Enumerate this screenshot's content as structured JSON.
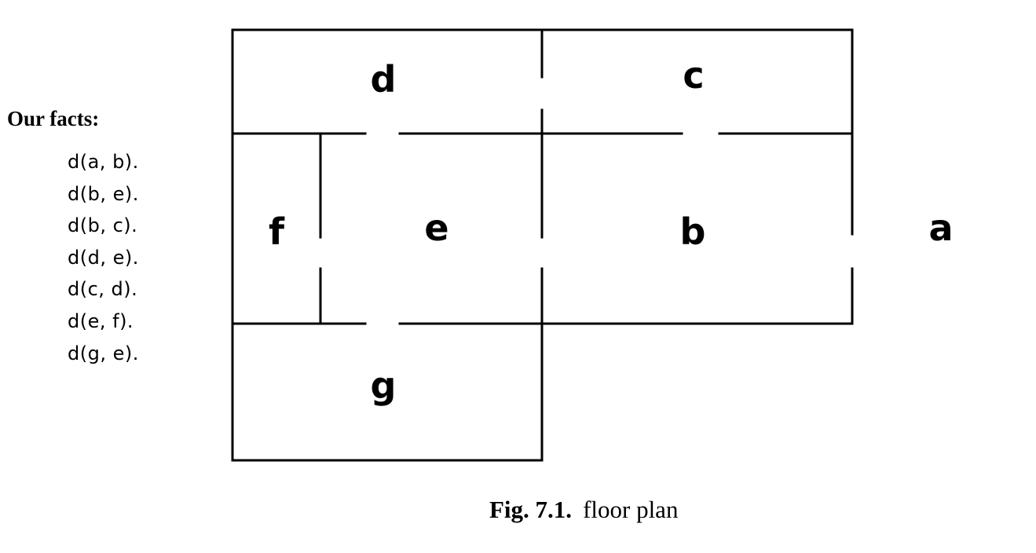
{
  "facts": {
    "title": "Our facts:",
    "items": [
      "d(a, b).",
      "d(b, e).",
      "d(b, c).",
      "d(d, e).",
      "d(c, d).",
      "d(e, f).",
      "d(g, e)."
    ]
  },
  "floor_plan": {
    "rooms": [
      "d",
      "c",
      "f",
      "e",
      "b",
      "a",
      "g"
    ]
  },
  "caption": {
    "label": "Fig. 7.1.",
    "text": "floor plan"
  }
}
